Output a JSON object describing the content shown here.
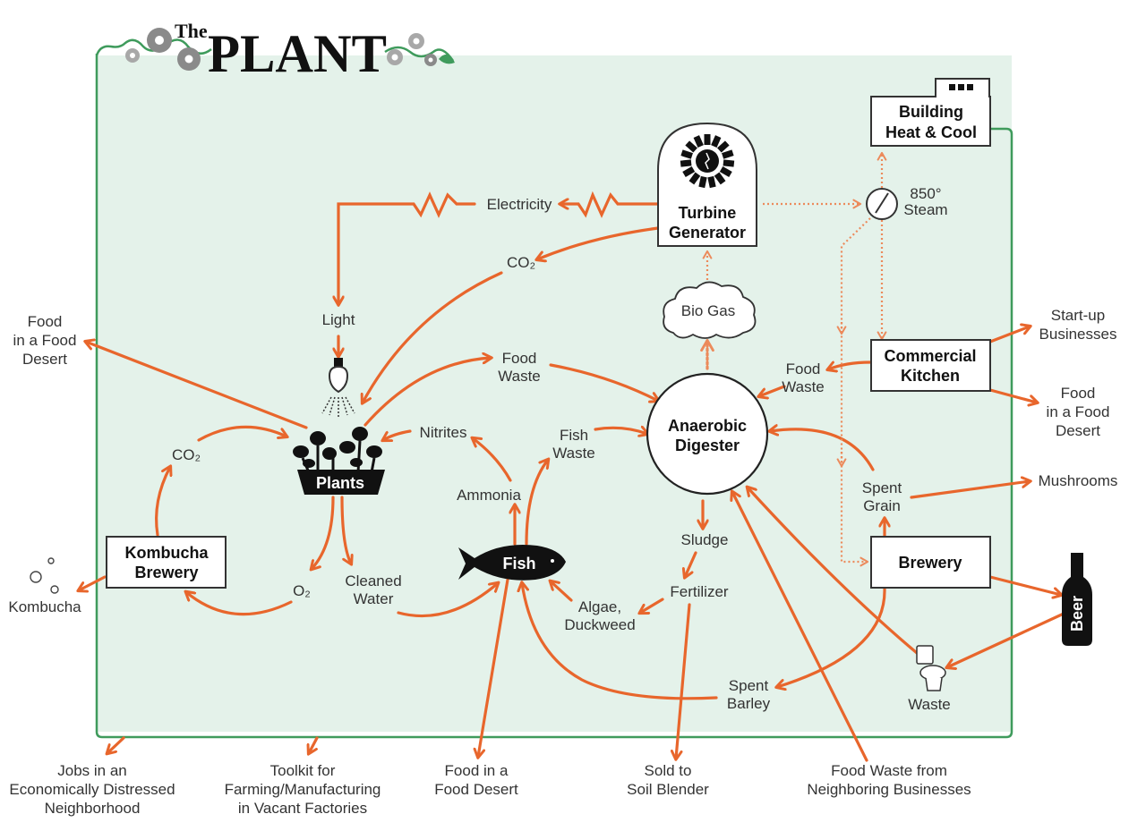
{
  "title": {
    "small": "The",
    "main": "PLANT"
  },
  "colors": {
    "panel": "#e4f2ea",
    "border": "#3f9b5c",
    "arrow": "#e8662c",
    "steam": "#ec8a5b",
    "ink": "#111111",
    "text": "#333333",
    "gear": "#8a8a8a"
  },
  "nodes": {
    "turbine": {
      "line1": "Turbine",
      "line2": "Generator"
    },
    "building": {
      "line1": "Building",
      "line2": "Heat & Cool"
    },
    "steam": {
      "line1": "850°",
      "line2": "Steam"
    },
    "biogas": {
      "label": "Bio Gas"
    },
    "digester": {
      "line1": "Anaerobic",
      "line2": "Digester"
    },
    "kitchen": {
      "line1": "Commercial",
      "line2": "Kitchen"
    },
    "brewery": {
      "label": "Brewery"
    },
    "kombucha_brewery": {
      "line1": "Kombucha",
      "line2": "Brewery"
    },
    "plants": {
      "label": "Plants"
    },
    "fish": {
      "label": "Fish"
    },
    "beer": {
      "label": "Beer"
    }
  },
  "labels": {
    "electricity": "Electricity",
    "co2_top": "CO₂",
    "light": "Light",
    "food_waste_mid": {
      "line1": "Food",
      "line2": "Waste"
    },
    "food_waste_right": {
      "line1": "Food",
      "line2": "Waste"
    },
    "nitrites": "Nitrites",
    "fish_waste": {
      "line1": "Fish",
      "line2": "Waste"
    },
    "ammonia": "Ammonia",
    "co2_left": "CO₂",
    "o2": "O₂",
    "cleaned_water": {
      "line1": "Cleaned",
      "line2": "Water"
    },
    "sludge": "Sludge",
    "fertilizer": "Fertilizer",
    "algae": {
      "line1": "Algae,",
      "line2": "Duckweed"
    },
    "spent_grain": {
      "line1": "Spent",
      "line2": "Grain"
    },
    "spent_barley": {
      "line1": "Spent",
      "line2": "Barley"
    },
    "waste": "Waste"
  },
  "outputs": {
    "food_desert_left": [
      "Food",
      "in a Food",
      "Desert"
    ],
    "kombucha": "Kombucha",
    "startup": [
      "Start-up",
      "Businesses"
    ],
    "food_desert_right": [
      "Food",
      "in a Food",
      "Desert"
    ],
    "mushrooms": "Mushrooms",
    "jobs": [
      "Jobs in an",
      "Economically Distressed",
      "Neighborhood"
    ],
    "toolkit": [
      "Toolkit for",
      "Farming/Manufacturing",
      "in Vacant Factories"
    ],
    "food_desert_bottom": [
      "Food in a",
      "Food Desert"
    ],
    "soil": [
      "Sold to",
      "Soil Blender"
    ],
    "neighbor_waste": [
      "Food Waste from",
      "Neighboring Businesses"
    ]
  }
}
